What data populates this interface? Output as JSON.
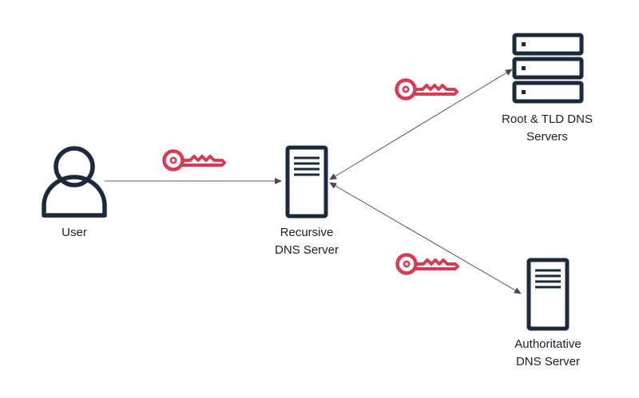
{
  "nodes": {
    "user": {
      "label": "User",
      "icon": "user-icon"
    },
    "recursive": {
      "line1": "Recursive",
      "line2": "DNS Server",
      "icon": "server-icon"
    },
    "root_tld": {
      "line1": "Root & TLD DNS",
      "line2": "Servers",
      "icon": "server-stack-icon"
    },
    "authoritative": {
      "line1": "Authoritative",
      "line2": "DNS Server",
      "icon": "server-icon"
    }
  },
  "keys": [
    {
      "icon": "key-icon"
    },
    {
      "icon": "key-icon"
    },
    {
      "icon": "key-icon"
    }
  ],
  "colors": {
    "icon": "#1b2a3a",
    "key": "#d93a55",
    "line": "#555a63",
    "text": "#1b1f2a"
  }
}
